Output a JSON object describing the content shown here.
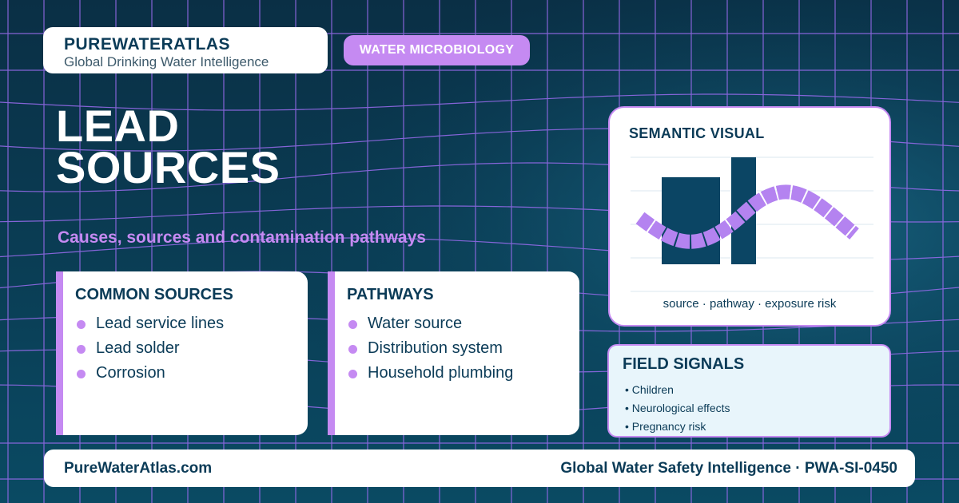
{
  "brand": {
    "name": "PUREWATERATLAS",
    "tagline": "Global Drinking Water Intelligence"
  },
  "category_badge": "WATER MICROBIOLOGY",
  "hero": {
    "title_line1": "LEAD",
    "title_line2": "SOURCES",
    "subtitle": "Causes, sources and contamination pathways"
  },
  "panels": {
    "sources": {
      "heading": "COMMON SOURCES",
      "items": [
        "Lead service lines",
        "Lead solder",
        "Corrosion"
      ]
    },
    "pathways": {
      "heading": "PATHWAYS",
      "items": [
        "Water source",
        "Distribution system",
        "Household plumbing"
      ]
    }
  },
  "semantic_visual": {
    "title": "SEMANTIC VISUAL",
    "caption": "source · pathway · exposure risk"
  },
  "field_signals": {
    "title": "FIELD SIGNALS",
    "items": [
      "• Children",
      "• Neurological effects",
      "• Pregnancy risk"
    ]
  },
  "footer": {
    "site": "PureWaterAtlas.com",
    "tagline": "Global Water Safety Intelligence · PWA-SI-0450"
  },
  "colors": {
    "background": "#083a52",
    "accent": "#c58af2",
    "navy": "#0b3b57",
    "grid": "#9b6cf0"
  },
  "icons": {
    "bullet": "dot-icon"
  }
}
